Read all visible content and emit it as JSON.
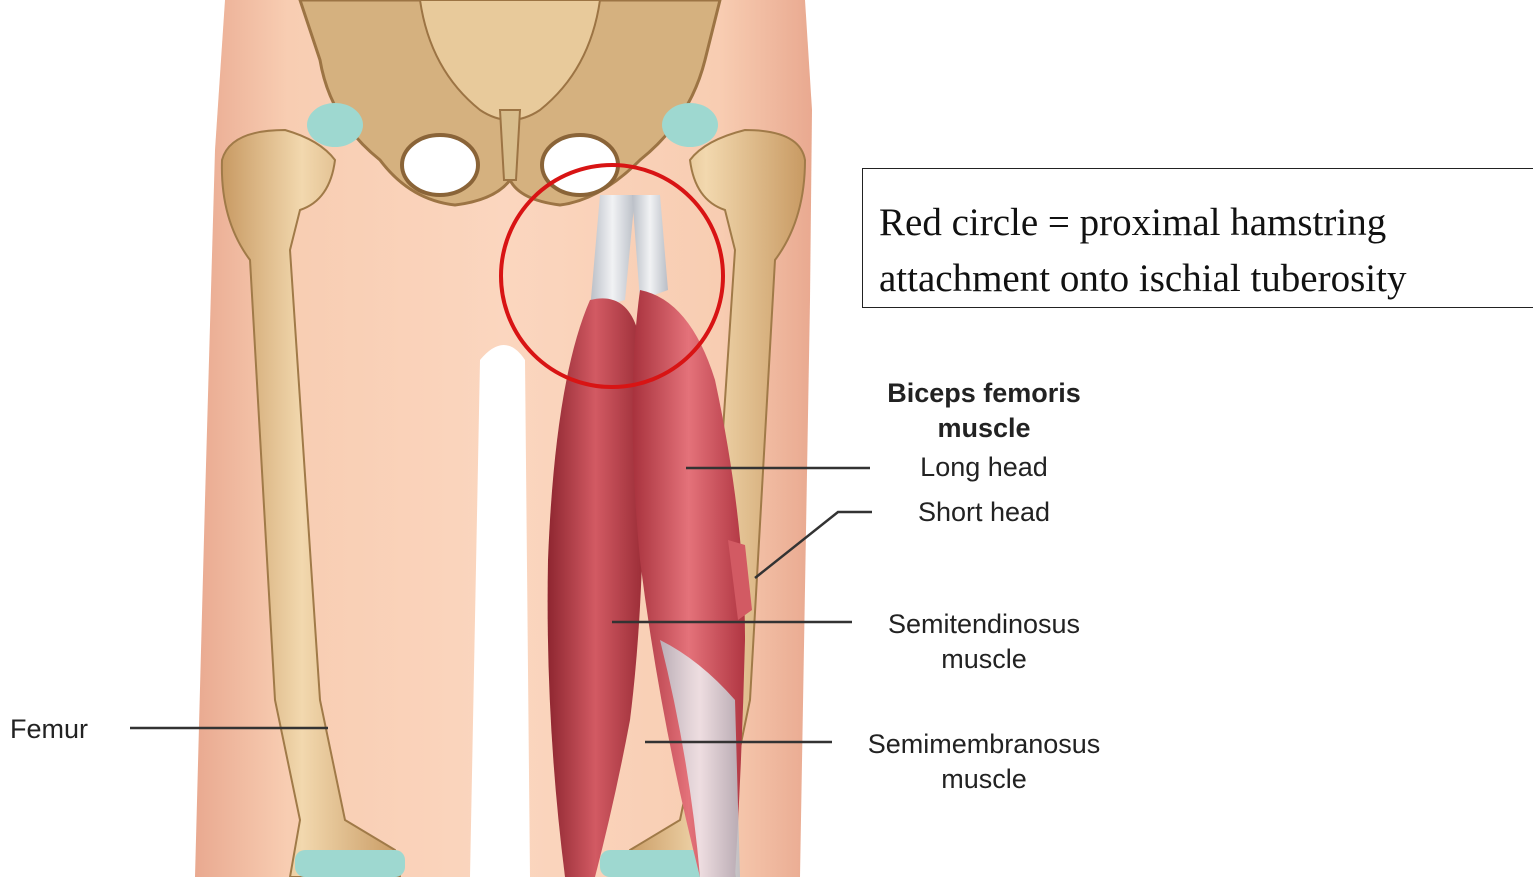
{
  "callout": {
    "line1": "Red circle = proximal hamstring",
    "line2": "attachment onto ischial tuberosity"
  },
  "labels": {
    "biceps_line1": "Biceps femoris",
    "biceps_line2": "muscle",
    "long_head": "Long head",
    "short_head": "Short head",
    "semitendinosus_line1": "Semitendinosus",
    "semitendinosus_line2": "muscle",
    "semimembranosus_line1": "Semimembranosus",
    "semimembranosus_line2": "muscle",
    "femur": "Femur"
  },
  "colors": {
    "skin": "#f6c6a8",
    "bone": "#e6c699",
    "cartilage": "#9ed8d0",
    "muscle": "#c84a55",
    "tendon": "#d9dde2",
    "highlight_circle": "#d81414"
  }
}
